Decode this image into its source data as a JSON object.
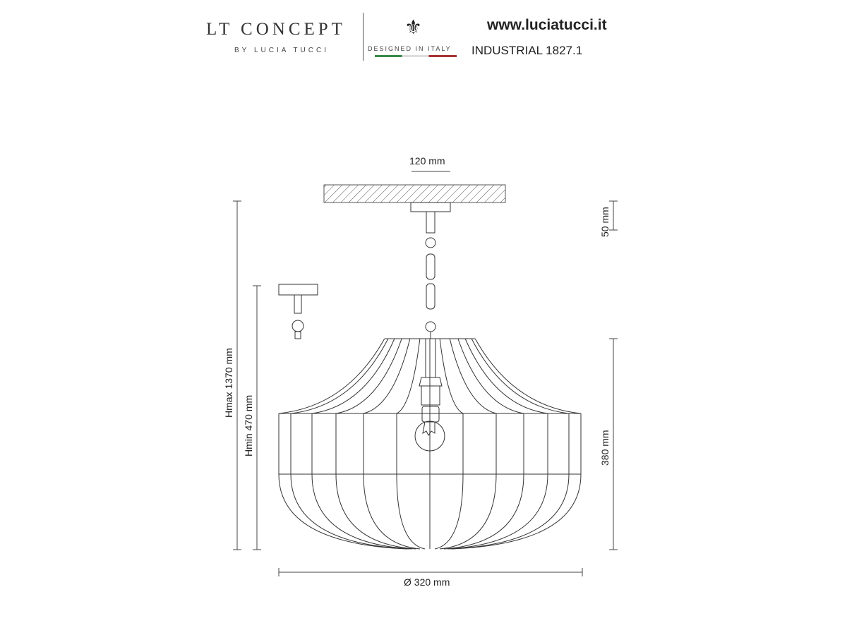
{
  "header": {
    "brand": "LT CONCEPT",
    "brand_sub": "BY LUCIA TUCCI",
    "designed": "DESIGNED IN ITALY",
    "website": "www.luciatucci.it",
    "model": "INDUSTRIAL 1827.1",
    "flag_colors": [
      "#3a8a4a",
      "#dddddd",
      "#a83232"
    ]
  },
  "dimensions": {
    "canopy_width": "120 mm",
    "canopy_height": "50 mm",
    "hmax": "Hmax 1370 mm",
    "hmin": "Hmin 470 mm",
    "shade_height": "380 mm",
    "diameter": "Ø 320 mm"
  }
}
